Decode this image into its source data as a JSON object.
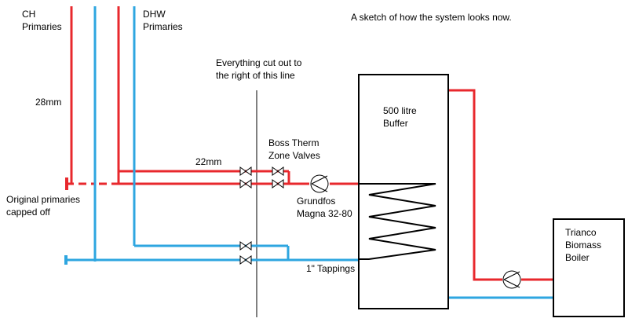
{
  "title": "A sketch of how the system looks now.",
  "labels": {
    "ch_primaries": [
      "CH",
      "Primaries"
    ],
    "dhw_primaries": [
      "DHW",
      "Primaries"
    ],
    "cut_note": [
      "Everything cut out to",
      "the right of this line"
    ],
    "pipe_28mm": "28mm",
    "pipe_22mm": "22mm",
    "zone_valves": [
      "Boss Therm",
      "Zone Valves"
    ],
    "capped": [
      "Original primaries",
      "capped off"
    ],
    "pump": [
      "Grundfos",
      "Magna 32-80"
    ],
    "buffer": [
      "500 litre",
      "Buffer"
    ],
    "tappings": "1\" Tappings",
    "boiler": [
      "Trianco",
      "Biomass",
      "Boiler"
    ]
  },
  "colors": {
    "flow": "#e8282d",
    "return": "#2ea6e0",
    "outline": "#000000",
    "background": "#ffffff"
  }
}
